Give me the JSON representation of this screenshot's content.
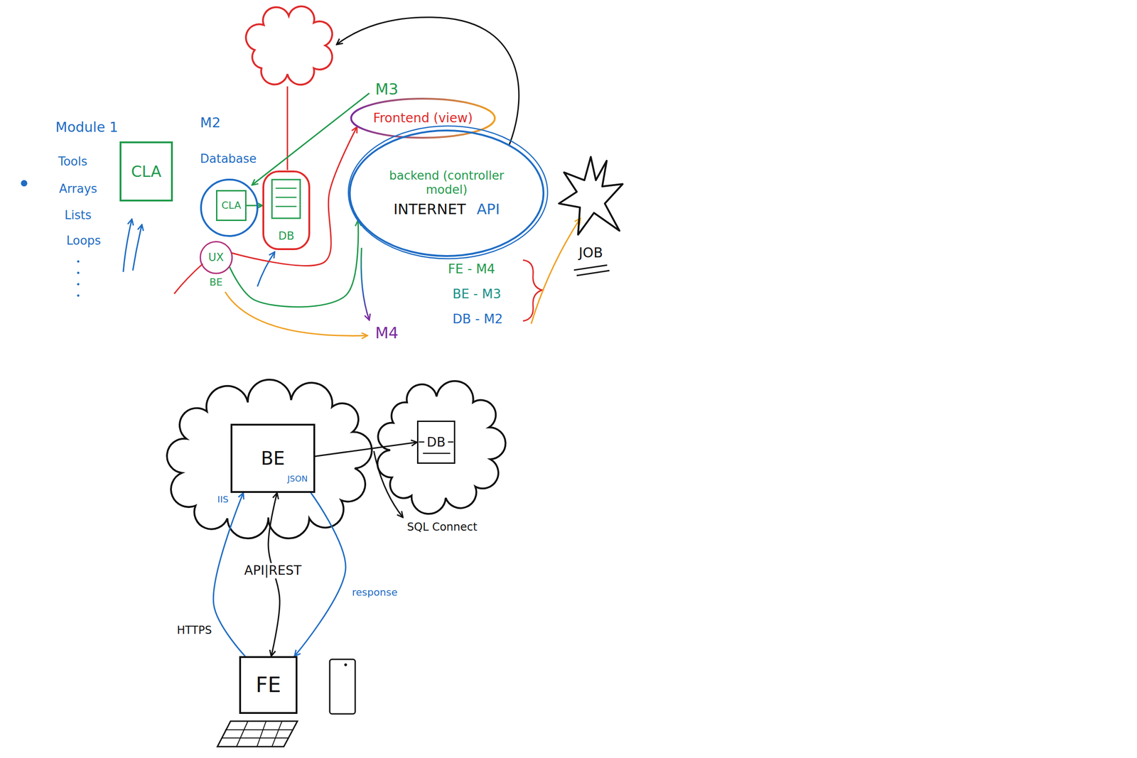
{
  "diagram": {
    "nodes": [
      {
        "text": [
          "CLA"
        ]
      },
      {
        "text": [
          "Database"
        ]
      },
      {
        "text": [
          "CLA"
        ],
        "in": 1
      },
      {
        "text": [
          "DB"
        ]
      },
      {
        "text": [
          "Frontend (view)"
        ]
      },
      {
        "text": [
          "backend (controller model)",
          "INTERNET",
          "API"
        ]
      },
      {
        "text": [
          "UX",
          "BE"
        ]
      },
      {
        "text": [
          "JOB"
        ]
      },
      {
        "text": [
          "BE"
        ]
      },
      {
        "text": [
          "DB"
        ]
      },
      {
        "text": [
          "FE"
        ]
      }
    ],
    "edges": [
      {
        "from": 2,
        "to": 3,
        "arrow": "to"
      },
      {
        "from": 6,
        "to": 4,
        "arrow": "to"
      },
      {
        "from": 6,
        "to": 5,
        "arrow": "to"
      },
      {
        "from": 10,
        "to": 8,
        "label": "HTTPS",
        "arrow": "to"
      },
      {
        "from": 8,
        "to": 10,
        "label": "API|REST",
        "arrow": "both"
      },
      {
        "from": 8,
        "to": 10,
        "label": "response",
        "arrow": "to"
      },
      {
        "from": 8,
        "to": 9,
        "arrow": "to"
      }
    ],
    "labels": [
      "Module 1",
      "Tools",
      "Arrays",
      "Lists",
      "Loops",
      "M2",
      "M3",
      "M4",
      "FE - M4",
      "BE - M3",
      "DB - M2",
      "IIS",
      "JSON",
      "SQL Connect"
    ]
  }
}
